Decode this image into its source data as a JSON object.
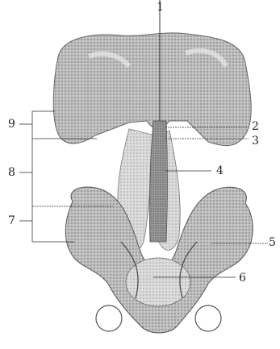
{
  "figure": {
    "labels": {
      "l1": "1",
      "l2": "2",
      "l3": "3",
      "l4": "4",
      "l5": "5",
      "l6": "6",
      "l7": "7",
      "l8": "8",
      "l9": "9"
    }
  }
}
